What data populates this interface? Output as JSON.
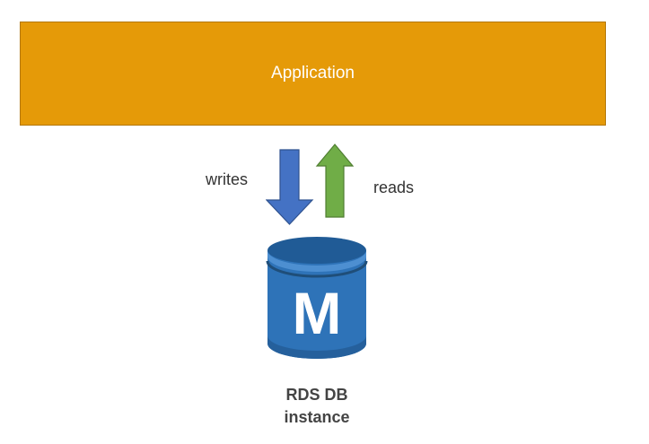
{
  "application": {
    "label": "Application",
    "color": "#e59a08"
  },
  "arrows": {
    "writes_label": "writes",
    "writes_color": "#4472c4",
    "reads_label": "reads",
    "reads_color": "#70ad47"
  },
  "database": {
    "icon_letter": "M",
    "icon": "rds-mysql-database-icon",
    "color": "#2e73b8",
    "label_line1": "RDS DB",
    "label_line2": "instance"
  }
}
